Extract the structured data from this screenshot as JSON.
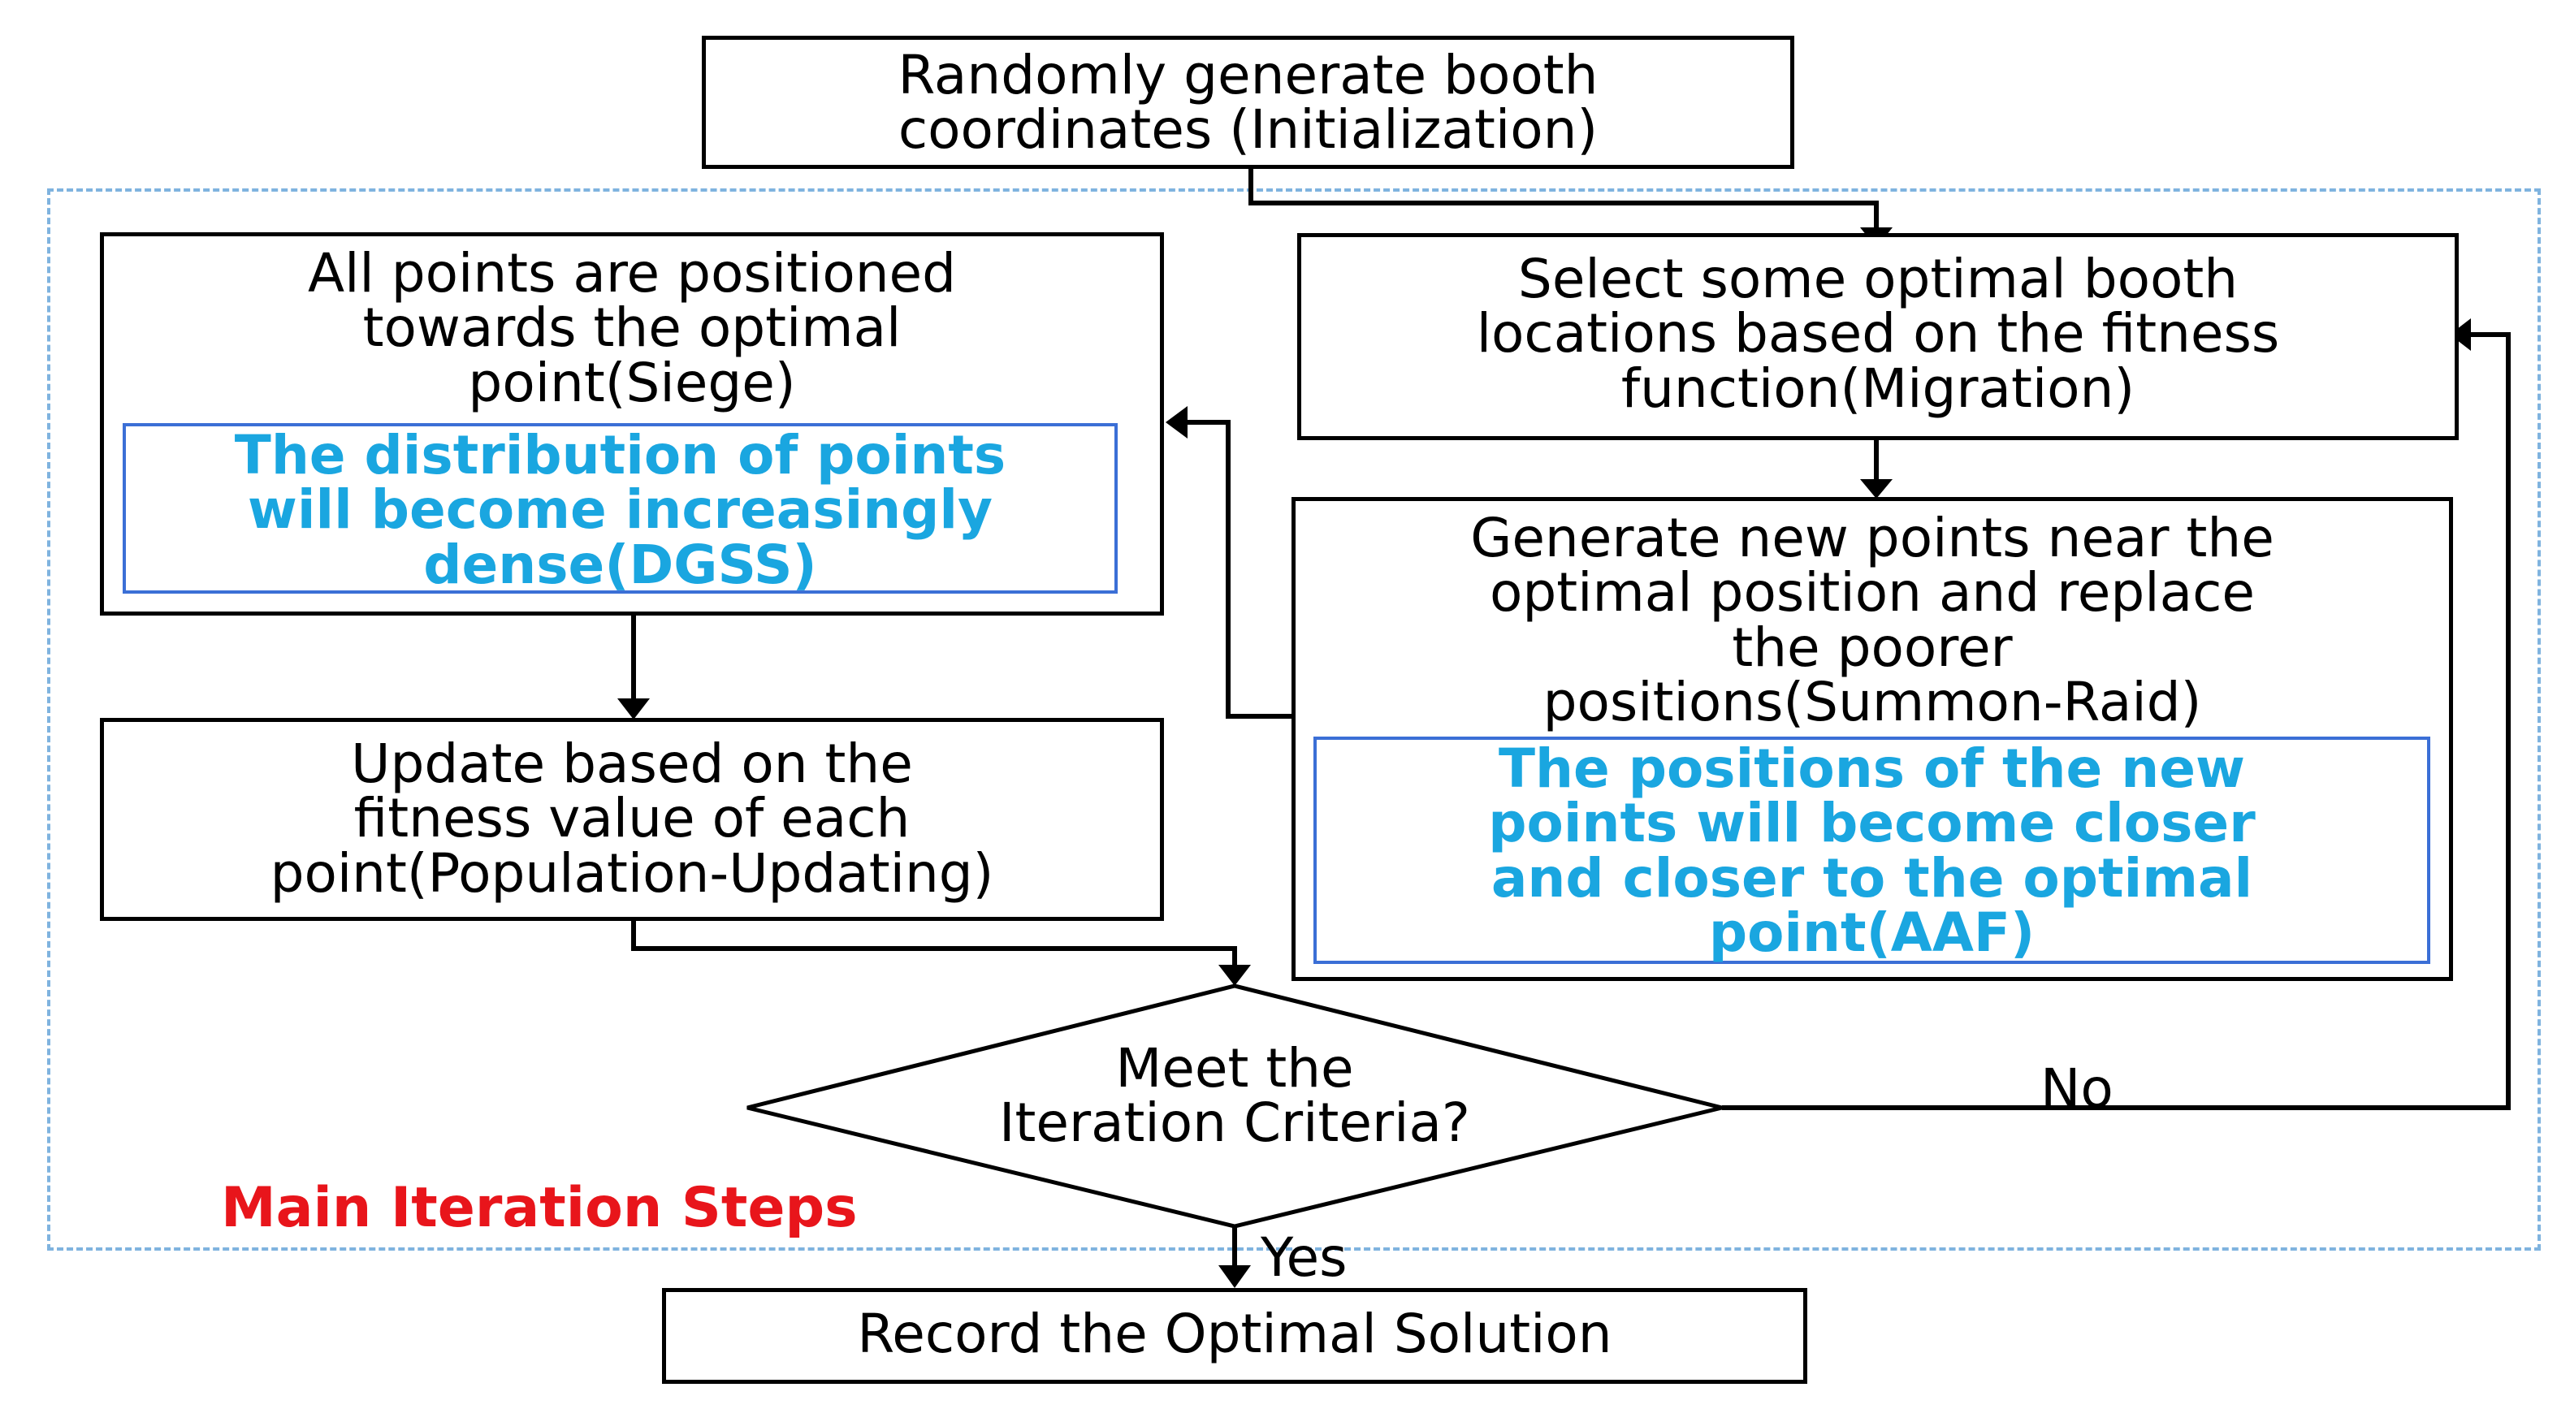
{
  "colors": {
    "accent": "#1aa6e0",
    "frame": "#7fb3df",
    "label": "#e8151b"
  },
  "nodes": {
    "init": "Randomly generate booth\ncoordinates (Initialization)",
    "migration": "Select some optimal booth\nlocations based on the fitness\nfunction(Migration)",
    "siege": "All points are positioned\ntowards the optimal\npoint(Siege)",
    "siege_note": "The distribution of points\nwill become increasingly\ndense(DGSS)",
    "summon": "Generate new points near the\noptimal position and replace\nthe poorer\npositions(Summon-Raid)",
    "summon_note": "The positions of the new\npoints will become closer\nand closer to the optimal\npoint(AAF)",
    "update": "Update based on the\nfitness value of each\npoint(Population-Updating)",
    "decision": "Meet the\nIteration Criteria?",
    "record": "Record the Optimal Solution"
  },
  "edges": {
    "no": "No",
    "yes": "Yes"
  },
  "group_label": "Main Iteration Steps"
}
